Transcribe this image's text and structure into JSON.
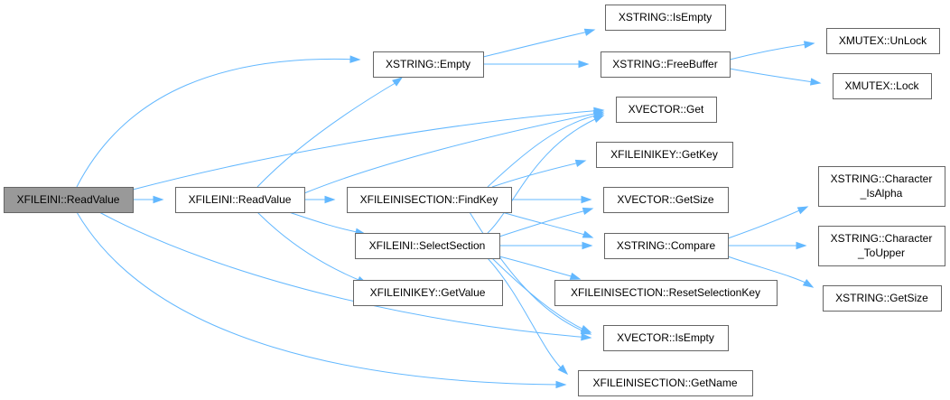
{
  "nodes": {
    "root": {
      "lines": [
        "XFILEINI::ReadValue"
      ]
    },
    "fileini_readvalue": {
      "lines": [
        "XFILEINI::ReadValue"
      ]
    },
    "xstring_empty": {
      "lines": [
        "XSTRING::Empty"
      ]
    },
    "xstring_isempty": {
      "lines": [
        "XSTRING::IsEmpty"
      ]
    },
    "xstring_freebuffer": {
      "lines": [
        "XSTRING::FreeBuffer"
      ]
    },
    "xmutex_unlock": {
      "lines": [
        "XMUTEX::UnLock"
      ]
    },
    "xmutex_lock": {
      "lines": [
        "XMUTEX::Lock"
      ]
    },
    "xvector_get": {
      "lines": [
        "XVECTOR::Get"
      ]
    },
    "xfileinikey_getkey": {
      "lines": [
        "XFILEINIKEY::GetKey"
      ]
    },
    "section_findkey": {
      "lines": [
        "XFILEINISECTION::FindKey"
      ]
    },
    "xvector_getsize": {
      "lines": [
        "XVECTOR::GetSize"
      ]
    },
    "fileini_selectsection": {
      "lines": [
        "XFILEINI::SelectSection"
      ]
    },
    "xstring_compare": {
      "lines": [
        "XSTRING::Compare"
      ]
    },
    "xstring_char_isalpha": {
      "lines": [
        "XSTRING::Character",
        "_IsAlpha"
      ]
    },
    "xstring_char_toupper": {
      "lines": [
        "XSTRING::Character",
        "_ToUpper"
      ]
    },
    "xfileinikey_getvalue": {
      "lines": [
        "XFILEINIKEY::GetValue"
      ]
    },
    "section_resetselectionkey": {
      "lines": [
        "XFILEINISECTION::ResetSelectionKey"
      ]
    },
    "xstring_getsize": {
      "lines": [
        "XSTRING::GetSize"
      ]
    },
    "xvector_isempty": {
      "lines": [
        "XVECTOR::IsEmpty"
      ]
    },
    "section_getname": {
      "lines": [
        "XFILEINISECTION::GetName"
      ]
    }
  },
  "colors": {
    "edge": "#63b8ff",
    "node_border": "#666666",
    "root_fill": "#999999",
    "node_fill": "#ffffff"
  }
}
